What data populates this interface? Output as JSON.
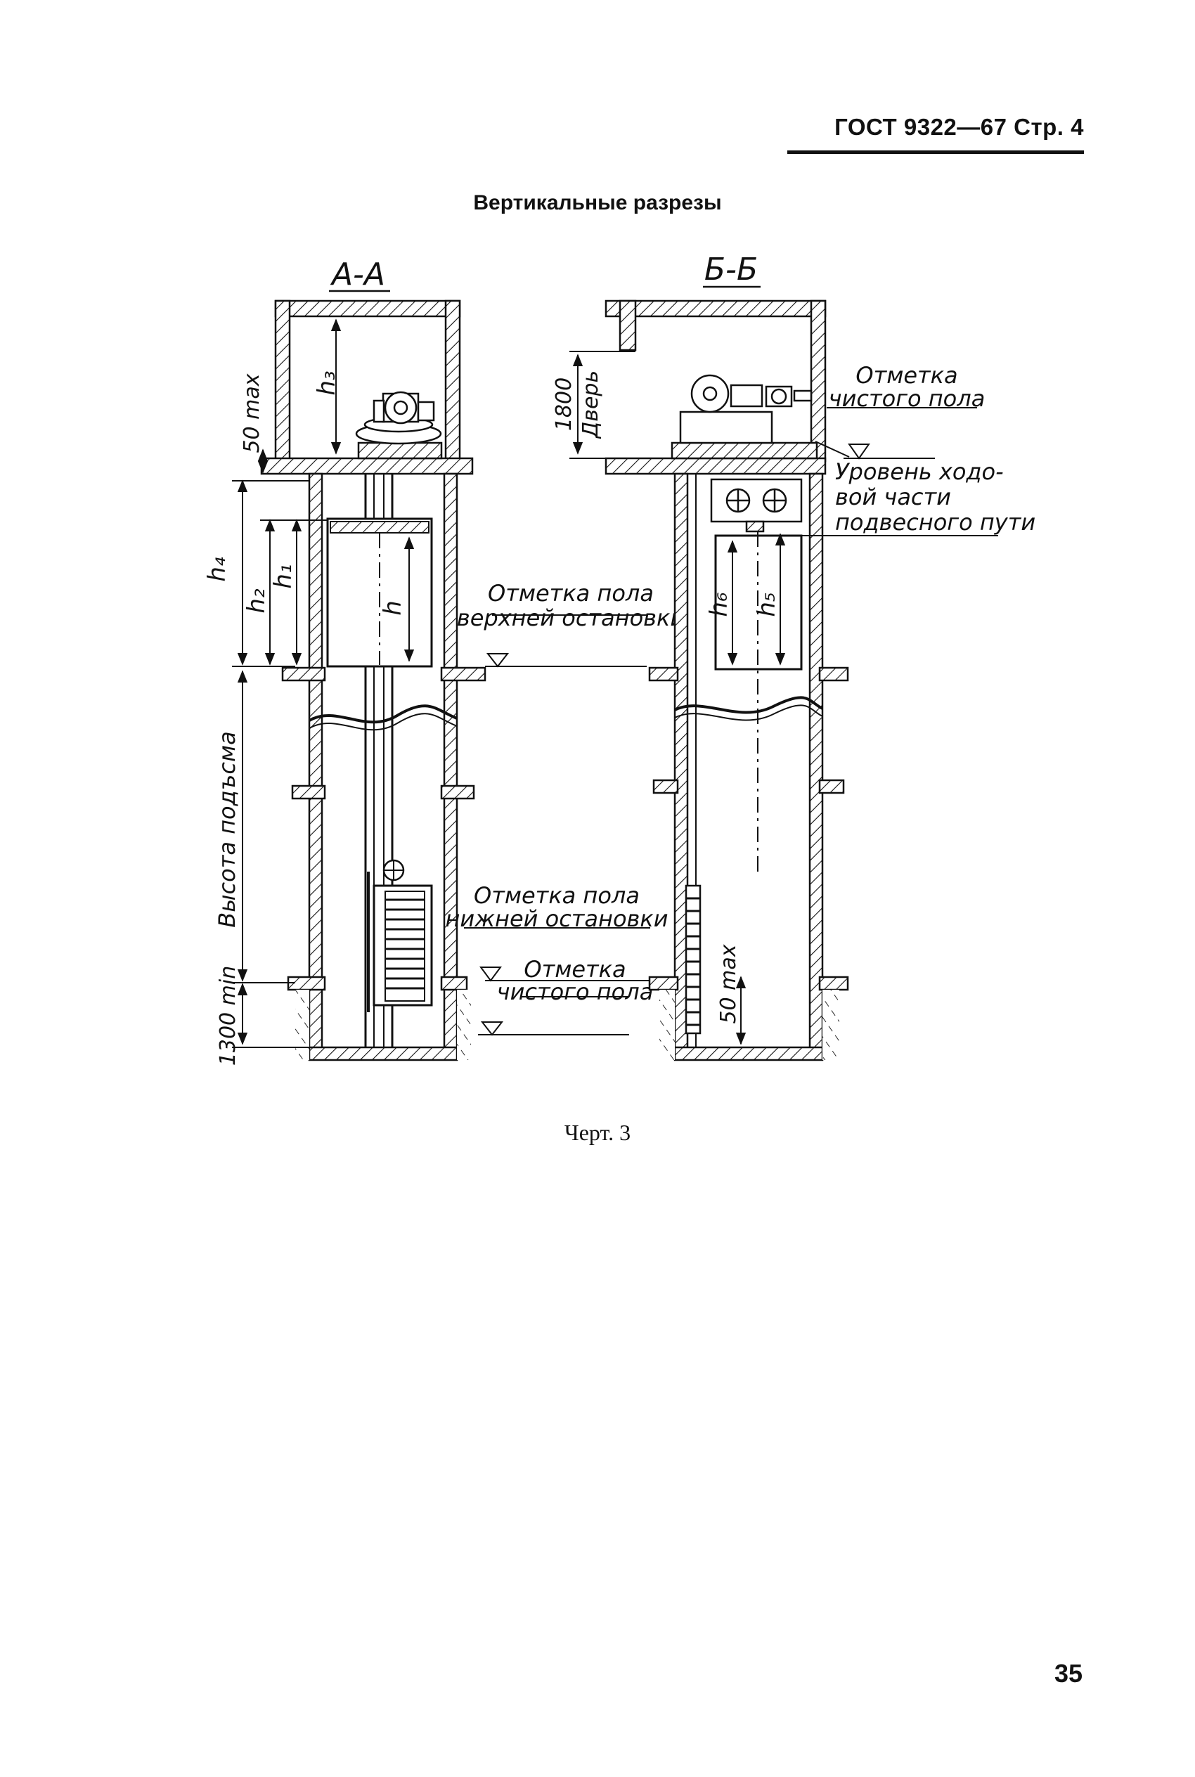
{
  "header": {
    "standard": "ГОСТ 9322—67 Стр. 4"
  },
  "section_title": "Вертикальные разрезы",
  "drawing": {
    "section_aa": {
      "label": "А-А",
      "dims": {
        "h3": "h₃",
        "max50": "50 max",
        "h4": "h₄",
        "h2": "h₂",
        "h1": "h₁",
        "h": "h",
        "lift_height": "Высота подъсма",
        "pit": "1300 min"
      },
      "notes": {
        "upper_stop_1": "Отметка пола",
        "upper_stop_2": "верхней остановки",
        "lower_stop_1": "Отметка пола",
        "lower_stop_2": "нижней остановки",
        "clean_floor_1": "Отметка",
        "clean_floor_2": "чистого пола"
      }
    },
    "section_bb": {
      "label": "Б-Б",
      "dims": {
        "door_1800": "1800",
        "door": "Дверь",
        "h6": "h₆",
        "h5": "h₅",
        "max50": "50 max"
      },
      "notes": {
        "clean_floor_1": "Отметка",
        "clean_floor_2": "чистого пола",
        "rail_1": "Уровень ходо-",
        "rail_2": "вой части",
        "rail_3": "подвесного пути"
      }
    }
  },
  "caption": "Черт. 3",
  "page_number": "35"
}
